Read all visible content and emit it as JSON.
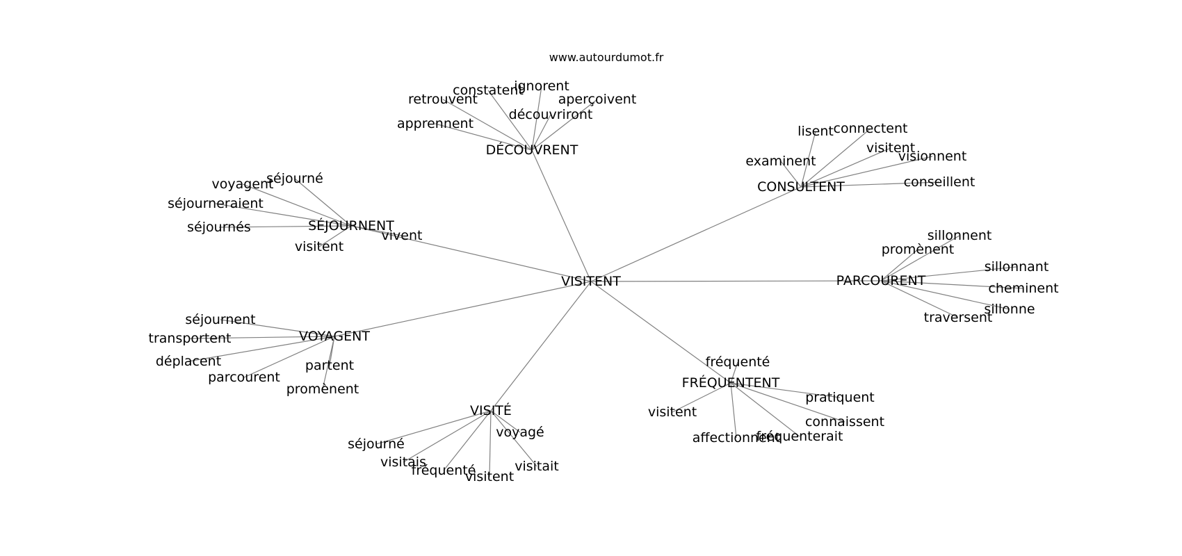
{
  "source": "www.autourdumot.fr",
  "center": "VISITENT",
  "clusters": [
    {
      "hub": "DÉCOUVRENT",
      "words": [
        "apprennent",
        "retrouvent",
        "constatent",
        "ignorent",
        "découvriront",
        "aperçoivent"
      ]
    },
    {
      "hub": "CONSULTENT",
      "words": [
        "examinent",
        "lisent",
        "connectent",
        "visitent",
        "visionnent",
        "conseillent"
      ]
    },
    {
      "hub": "SÉJOURNENT",
      "words": [
        "séjourné",
        "voyagent",
        "séjourneraient",
        "séjournés",
        "visitent",
        "vivent"
      ]
    },
    {
      "hub": "PARCOURENT",
      "words": [
        "sillonnent",
        "promènent",
        "sillonnant",
        "cheminent",
        "sillonne",
        "traversent"
      ]
    },
    {
      "hub": "VOYAGENT",
      "words": [
        "séjournent",
        "transportent",
        "déplacent",
        "parcourent",
        "partent",
        "promènent"
      ]
    },
    {
      "hub": "FRÉQUENTENT",
      "words": [
        "fréquenté",
        "visitent",
        "affectionnent",
        "fréquenterait",
        "connaissent",
        "pratiquent"
      ]
    },
    {
      "hub": "VISITÉ",
      "words": [
        "séjourné",
        "visitais",
        "fréquenté",
        "visitent",
        "visitait",
        "voyagé"
      ]
    }
  ]
}
